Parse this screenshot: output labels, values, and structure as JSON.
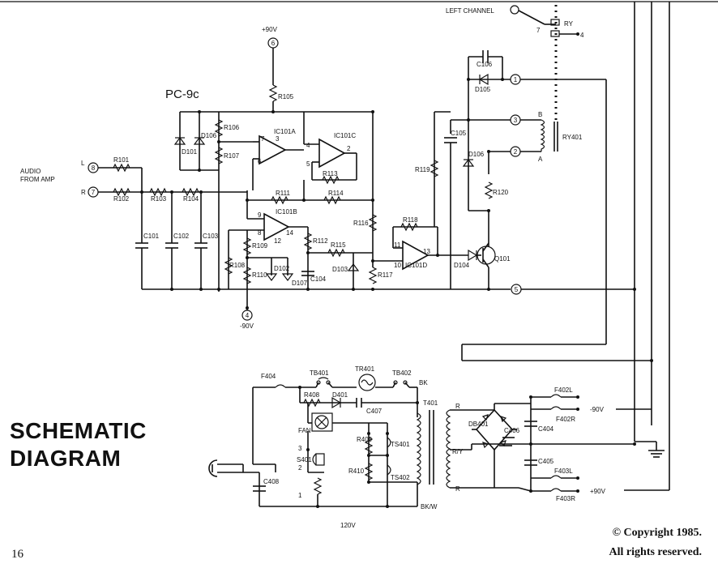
{
  "title": {
    "line1": "SCHEMATIC",
    "line2": "DIAGRAM"
  },
  "board": "PC-9c",
  "page_number": "16",
  "copyright": {
    "line1": "© Copyright 1985.",
    "line2": "All rights reserved."
  },
  "labels": {
    "left_channel": "LEFT CHANNEL",
    "audio_from_amp_1": "AUDIO",
    "audio_from_amp_2": "FROM AMP",
    "plus90": "+90V",
    "minus90": "-90V",
    "mains": "120V",
    "plus90_out": "+90V",
    "minus90_out": "-90V",
    "bk": "BK",
    "bkw": "BK/W",
    "ry": "R/Y",
    "r_top": "R",
    "r_bot": "R",
    "relay_a": "A",
    "relay_b": "B",
    "in_l": "L",
    "in_r": "R"
  },
  "components": {
    "R105": "R105",
    "R106": "R106",
    "R107": "R107",
    "D101": "D101",
    "D106a": "D106",
    "IC101A": "IC101A",
    "IC101C": "IC101C",
    "IC101B": "IC101B",
    "IC101D": "IC101D",
    "R113": "R113",
    "R111": "R111",
    "R114": "R114",
    "R101": "R101",
    "R102": "R102",
    "R103": "R103",
    "R104": "R104",
    "C101": "C101",
    "C102": "C102",
    "C103": "C103",
    "R108": "R108",
    "R109": "R109",
    "R110": "R110",
    "D102": "D102",
    "D107": "D107",
    "R112": "R112",
    "C104": "C104",
    "R115": "R115",
    "D103": "D103",
    "R116": "R116",
    "R117": "R117",
    "R118": "R118",
    "R119": "R119",
    "C105": "C105",
    "C106": "C106",
    "D105": "D105",
    "D106b": "D106",
    "R120": "R120",
    "D104": "D104",
    "Q101": "Q101",
    "RY401": "RY401",
    "RY": "RY",
    "F404": "F404",
    "TB401": "TB401",
    "TR401": "TR401",
    "TB402": "TB402",
    "R408": "R408",
    "D401": "D401",
    "C407": "C407",
    "FAN": "FAN",
    "S401": "S401",
    "C408": "C408",
    "R409": "R409",
    "R410": "R410",
    "TS401": "TS401",
    "TS402": "TS402",
    "T401": "T401",
    "DB401": "DB401",
    "C406": "C406",
    "C404": "C404",
    "C405": "C405",
    "F402L": "F402L",
    "F402R": "F402R",
    "F403L": "F403L",
    "F403R": "F403R"
  },
  "terminals": {
    "t1": "1",
    "t2": "2",
    "t3": "3",
    "t4": "4",
    "t5": "5",
    "t6": "6",
    "t7": "7",
    "t8": "8",
    "ry7": "7",
    "ry4": "4"
  },
  "pins": {
    "a7": "7",
    "a3": "3",
    "a6": "6",
    "c4": "4",
    "c5": "5",
    "c2": "2",
    "b9": "9",
    "b8": "8",
    "b14": "14",
    "b12": "12",
    "d11": "11",
    "d10": "10",
    "d13": "13",
    "s3": "3",
    "s2": "2",
    "s1": "1"
  }
}
